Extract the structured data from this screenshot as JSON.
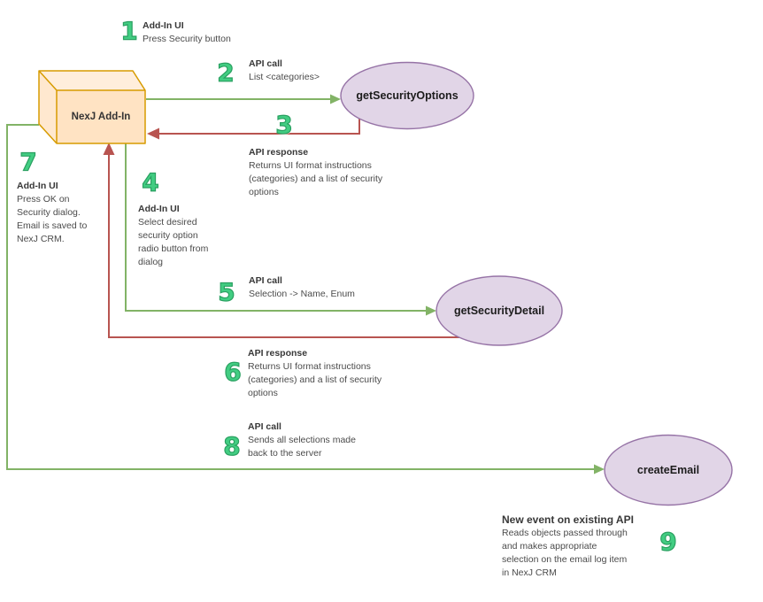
{
  "nodes": {
    "nexj_addin": {
      "label": "NexJ Add-In"
    },
    "get_security_options": {
      "label": "getSecurityOptions"
    },
    "get_security_detail": {
      "label": "getSecurityDetail"
    },
    "create_email": {
      "label": "createEmail"
    }
  },
  "steps": [
    {
      "num": "1",
      "title": "Add-In UI",
      "lines": [
        "Press Security button"
      ]
    },
    {
      "num": "2",
      "title": "API call",
      "lines": [
        "List <categories>"
      ]
    },
    {
      "num": "3",
      "title": "API response",
      "lines": [
        "Returns UI format instructions",
        "(categories) and a list of security",
        "options"
      ]
    },
    {
      "num": "4",
      "title": "Add-In UI",
      "lines": [
        "Select desired",
        "security option",
        "radio button from",
        "dialog"
      ]
    },
    {
      "num": "5",
      "title": "API call",
      "lines": [
        "Selection -> Name, Enum"
      ]
    },
    {
      "num": "6",
      "title": "API response",
      "lines": [
        "Returns UI format instructions",
        "(categories) and a list of security",
        "options"
      ]
    },
    {
      "num": "7",
      "title": "Add-In UI",
      "lines": [
        "Press OK on",
        "Security dialog.",
        "Email is saved to",
        "NexJ CRM."
      ]
    },
    {
      "num": "8",
      "title": "API call",
      "lines": [
        "Sends all selections made",
        "back to the server"
      ]
    },
    {
      "num": "9",
      "title": "New event on existing API",
      "lines": [
        "Reads objects passed through",
        "and makes appropriate",
        "selection on the email log item",
        "in NexJ CRM"
      ]
    }
  ],
  "colors": {
    "green_arrow": "#82b366",
    "red_arrow": "#b85450",
    "number_fill": "#42cd82",
    "number_outline": "#2aa061",
    "box_fill": "#ffe6cc",
    "box_stroke": "#d79b00",
    "ellipse_fill": "#e1d5e7",
    "ellipse_stroke": "#9673a6",
    "text_body": "#4b4b4b",
    "text_title": "#383838"
  }
}
